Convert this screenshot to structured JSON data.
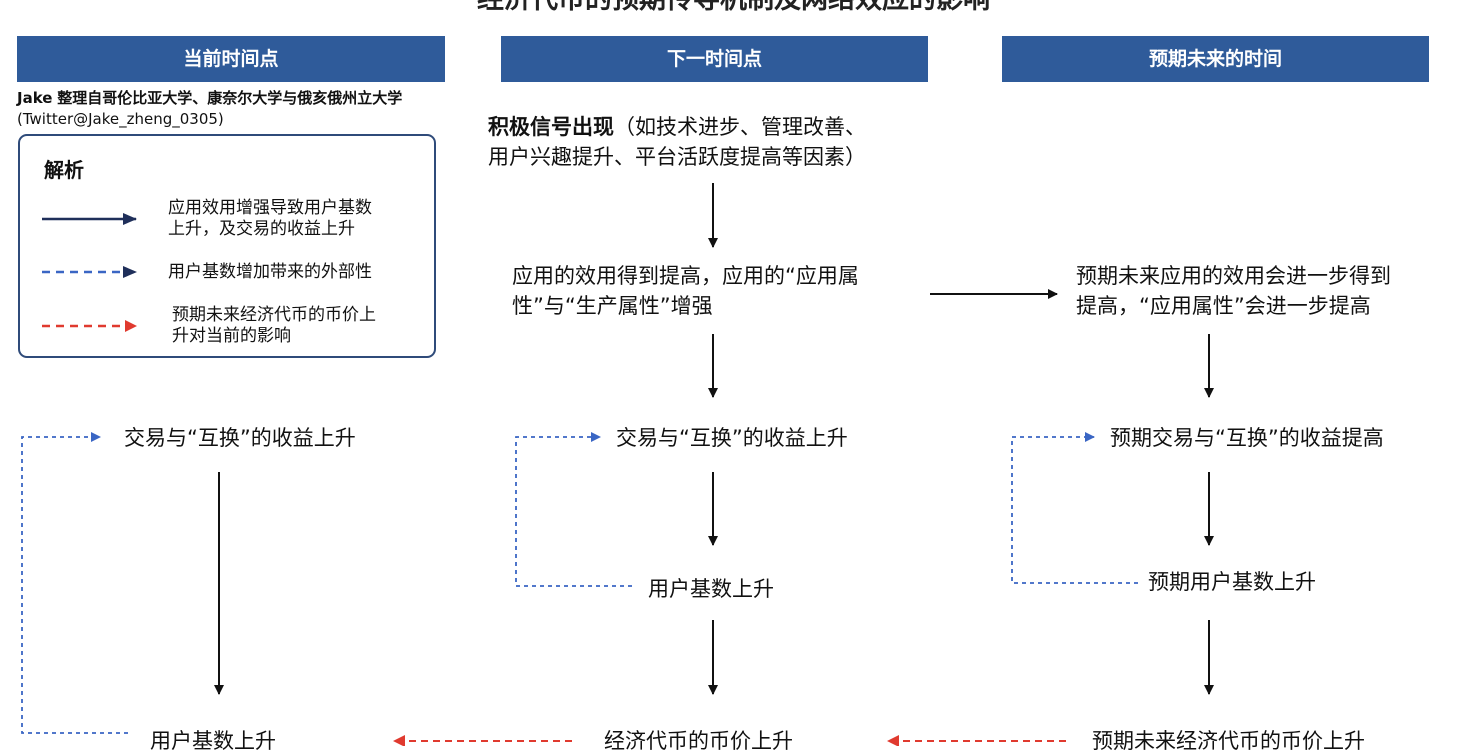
{
  "title": "经济代币的预期传导机制及网络效应的影响",
  "columns": [
    {
      "label": "当前时间点"
    },
    {
      "label": "下一时间点"
    },
    {
      "label": "预期未来的时间"
    }
  ],
  "author": {
    "name": "Jake",
    "affiliation": "整理自哥伦比亚大学、康奈尔大学与俄亥俄州立大学",
    "handle": "(Twitter@Jake_zheng_0305)"
  },
  "legend": {
    "title": "解析",
    "items": [
      {
        "line1": "应用效用增强导致用户基数",
        "line2": "上升，及交易的收益上升",
        "color": "#1f2f5a",
        "style": "solid"
      },
      {
        "line1": "用户基数增加带来的外部性",
        "line2": "",
        "color": "#3a66c4",
        "style": "dashed"
      },
      {
        "line1": "预期未来经济代币的币价上",
        "line2": "升对当前的影响",
        "color": "#e03a2f",
        "style": "dashed"
      }
    ]
  },
  "nodes": {
    "signal_bold": "积极信号出现",
    "signal_rest1": "（如技术进步、管理改善、",
    "signal_line2": "用户兴趣提升、平台活跃度提高等因素）",
    "utility_line1": "应用的效用得到提高，应用的“应用属",
    "utility_line2": "性”与“生产属性”增强",
    "future_utility_line1": "预期未来应用的效用会进一步得到",
    "future_utility_line2": "提高，“应用属性”会进一步提高",
    "now_returns": "交易与“互换”的收益上升",
    "next_returns": "交易与“互换”的收益上升",
    "future_returns": "预期交易与“互换”的收益提高",
    "next_users": "用户基数上升",
    "future_users": "预期用户基数上升",
    "now_users": "用户基数上升",
    "next_price": "经济代币的币价上升",
    "future_price": "预期未来经济代币的币价上升"
  },
  "colors": {
    "header": "#2f5b9a",
    "solid_arrow": "#111111",
    "blue_dashed": "#3a66c4",
    "red_dashed": "#e03a2f"
  }
}
